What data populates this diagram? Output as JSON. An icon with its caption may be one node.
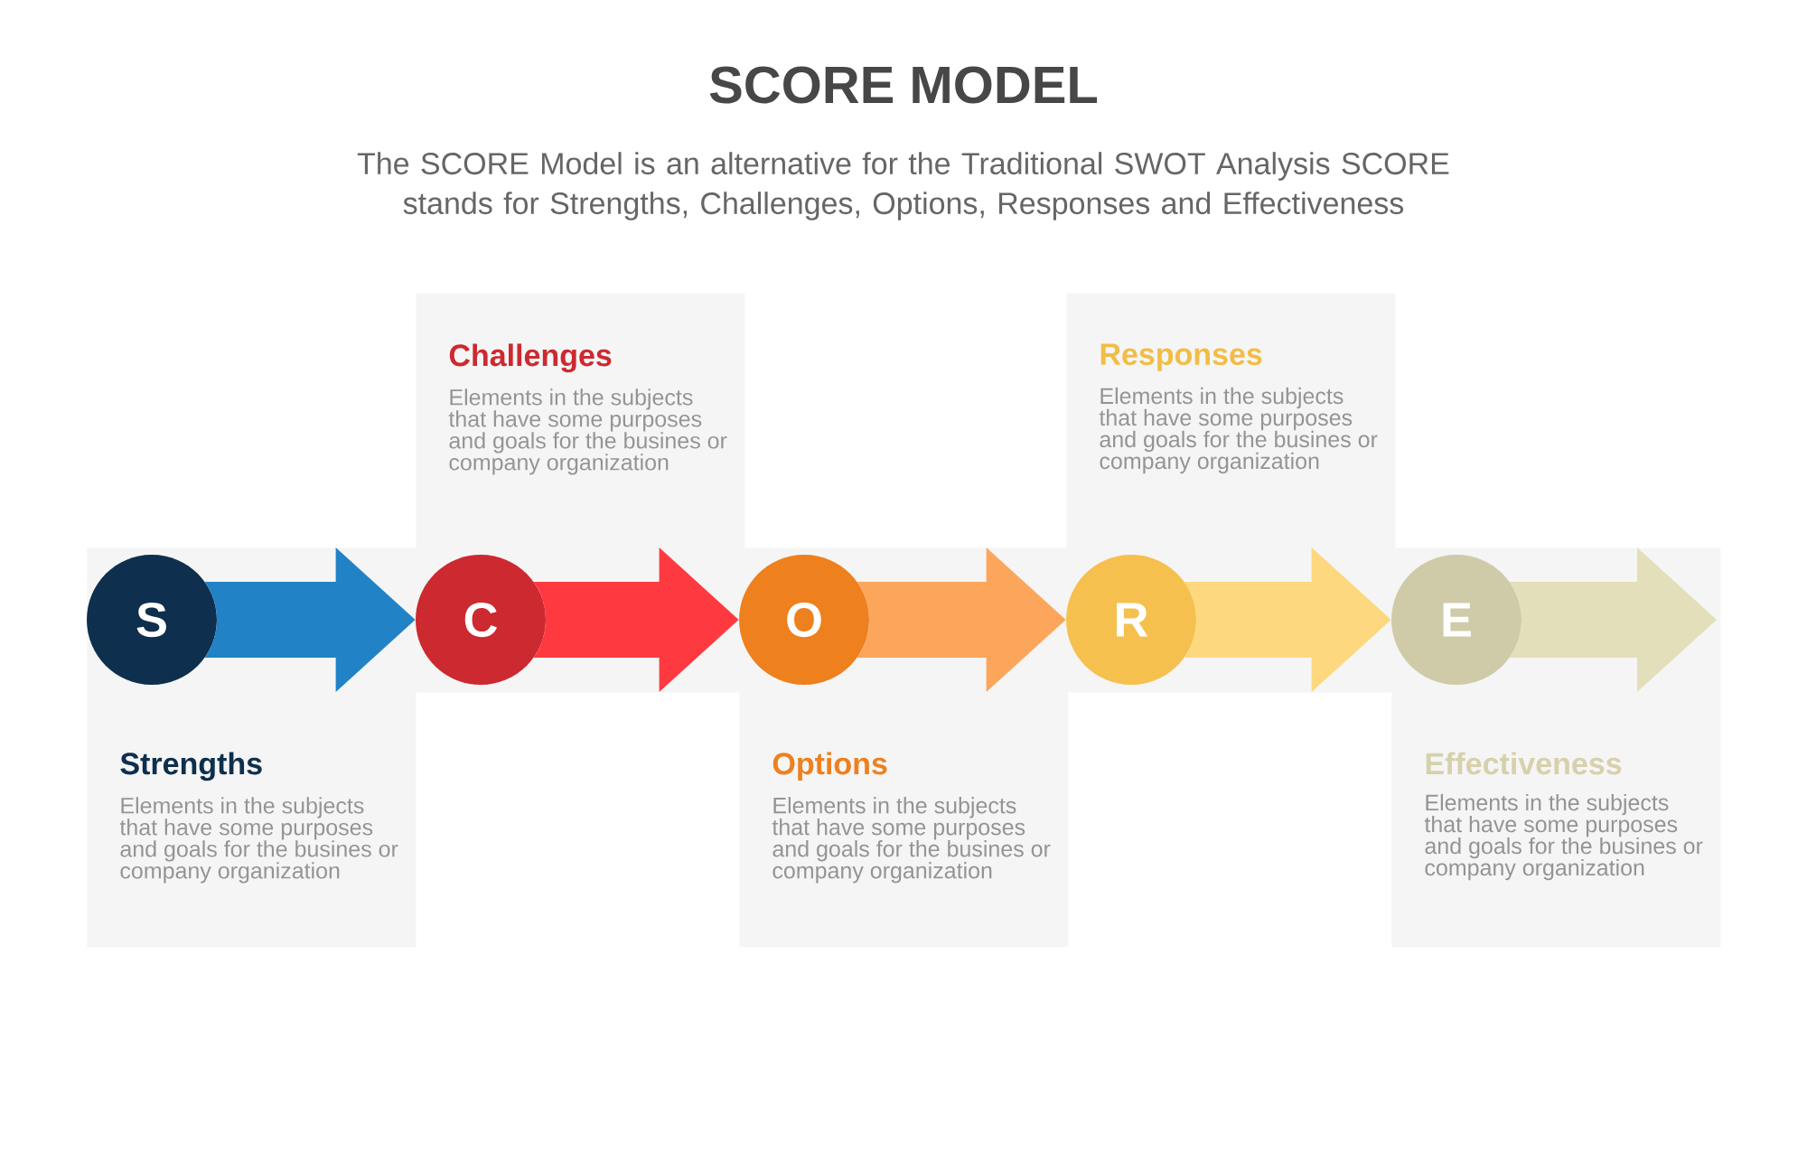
{
  "diagram": {
    "title": "SCORE MODEL",
    "caption": "The SCORE Model is an alternative for the Traditional SWOT Analysis SCORE stands for Strengths, Challenges, Options, Responses and Effectiveness",
    "nodes": [
      {
        "text": [
          "Strengths",
          "Elements in the subjects that have some purposes and goals for the busines or company organization"
        ]
      },
      {
        "text": [
          "Challenges",
          "Elements in the subjects that have some purposes and goals for the busines or company organization"
        ]
      },
      {
        "text": [
          "Options",
          "Elements in the subjects that have some purposes and goals for the busines or company organization"
        ]
      },
      {
        "text": [
          "Responses",
          "Elements in the subjects that have some purposes and goals for the busines or company organization"
        ]
      },
      {
        "text": [
          "Effectiveness",
          "Elements in the subjects that have some purposes and goals for the busines or company organization"
        ]
      },
      {
        "text": [
          "S"
        ],
        "in": 0
      },
      {
        "text": [
          "C"
        ],
        "in": 1
      },
      {
        "text": [
          "O"
        ],
        "in": 2
      },
      {
        "text": [
          "R"
        ],
        "in": 3
      },
      {
        "text": [
          "E"
        ],
        "in": 4
      }
    ],
    "edges": [
      {
        "from": 5,
        "to": 6,
        "arrow": "to",
        "style": "thick",
        "color": "#2282c6"
      },
      {
        "from": 6,
        "to": 7,
        "arrow": "to",
        "style": "thick",
        "color": "#fe3a40"
      },
      {
        "from": 7,
        "to": 8,
        "arrow": "to",
        "style": "thick",
        "color": "#fca65c"
      },
      {
        "from": 8,
        "to": 9,
        "arrow": "to",
        "style": "thick",
        "color": "#fdd87e"
      },
      {
        "from": 9,
        "to": null,
        "arrow": "to",
        "style": "thick",
        "color": "#e3dfbb"
      }
    ]
  }
}
